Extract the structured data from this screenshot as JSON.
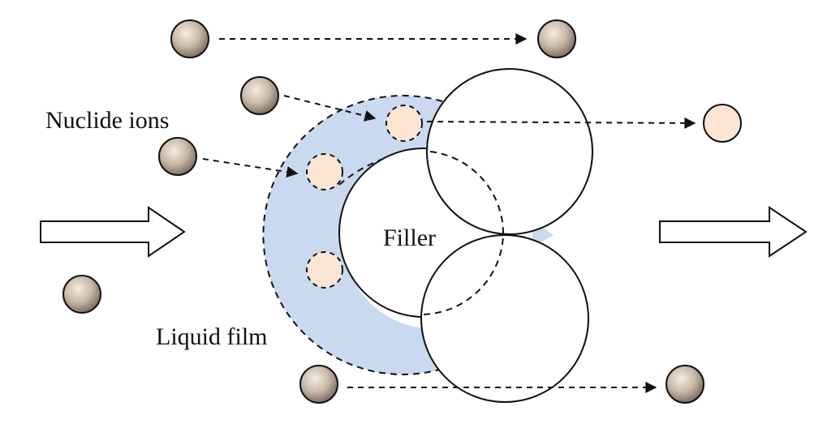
{
  "labels": {
    "nuclide_ions": "Nuclide ions",
    "filler": "Filler",
    "liquid_film": "Liquid film"
  },
  "colors": {
    "background": "#ffffff",
    "liquid_film": "#c9d9ef",
    "ion_gray_light": "#efe6dc",
    "ion_gray_dark": "#7e7063",
    "ion_adsorbed": "#fde5d4",
    "stroke": "#111111"
  }
}
